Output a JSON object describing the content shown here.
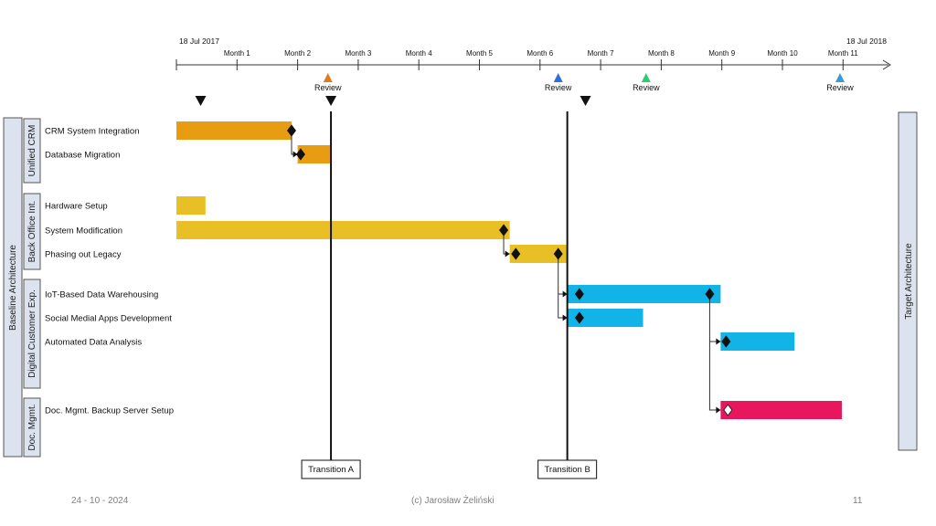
{
  "timeline": {
    "start_date": "18 Jul 2017",
    "end_date": "18 Jul 2018",
    "months": [
      "Month 1",
      "Month 2",
      "Month 3",
      "Month 4",
      "Month 5",
      "Month 6",
      "Month 7",
      "Month 8",
      "Month 9",
      "Month 10",
      "Month 11"
    ],
    "reviews": [
      {
        "label": "Review",
        "color": "#e07b20",
        "month": 2.5
      },
      {
        "label": "Review",
        "color": "#2f6fd8",
        "month": 6.3
      },
      {
        "label": "Review",
        "color": "#2ecc71",
        "month": 7.75
      },
      {
        "label": "Review",
        "color": "#3a9ad9",
        "month": 10.95
      }
    ],
    "markers": [
      0.4,
      2.55,
      6.75
    ]
  },
  "side_labels": {
    "left": "Baseline Architecture",
    "right": "Target Architecture"
  },
  "groups": [
    {
      "label": "Unified CRM"
    },
    {
      "label": "Back Office Int."
    },
    {
      "label": "Digital Customer Exp."
    },
    {
      "label": "Doc. Mgmt."
    }
  ],
  "tasks": [
    {
      "label": "CRM System Integration",
      "start": 0.0,
      "end": 1.9,
      "color": "#e89c11",
      "milestones": [
        {
          "at": 1.9,
          "type": "filled"
        }
      ]
    },
    {
      "label": "Database Migration",
      "start": 2.0,
      "end": 2.55,
      "color": "#e89c11",
      "milestones": [
        {
          "at": 2.05,
          "type": "filled"
        }
      ]
    },
    {
      "label": "Hardware Setup",
      "start": 0.0,
      "end": 0.48,
      "color": "#e8bf25",
      "milestones": []
    },
    {
      "label": "System Modification",
      "start": 0.0,
      "end": 5.5,
      "color": "#e8bf25",
      "milestones": [
        {
          "at": 5.4,
          "type": "filled"
        }
      ]
    },
    {
      "label": "Phasing out Legacy",
      "start": 5.5,
      "end": 6.45,
      "color": "#e8bf25",
      "milestones": [
        {
          "at": 5.6,
          "type": "filled"
        },
        {
          "at": 6.3,
          "type": "filled"
        }
      ]
    },
    {
      "label": "IoT-Based Data Warehousing",
      "start": 6.45,
      "end": 8.98,
      "color": "#12b3e6",
      "milestones": [
        {
          "at": 6.65,
          "type": "filled"
        },
        {
          "at": 8.8,
          "type": "filled"
        }
      ]
    },
    {
      "label": "Social Medial Apps Development",
      "start": 6.45,
      "end": 7.7,
      "color": "#12b3e6",
      "milestones": [
        {
          "at": 6.65,
          "type": "filled"
        }
      ]
    },
    {
      "label": "Automated Data Analysis",
      "start": 8.98,
      "end": 10.2,
      "color": "#12b3e6",
      "milestones": [
        {
          "at": 9.07,
          "type": "filled"
        }
      ]
    },
    {
      "label": "Doc. Mgmt. Backup Server Setup",
      "start": 8.98,
      "end": 10.98,
      "color": "#e8175d",
      "milestones": [
        {
          "at": 9.1,
          "type": "hollow"
        }
      ]
    }
  ],
  "transitions": [
    {
      "label": "Transition A",
      "month": 2.55
    },
    {
      "label": "Transition B",
      "month": 6.45
    }
  ],
  "footer": {
    "date": "24 - 10 - 2024",
    "author": "(c) Jarosław Żeliński",
    "page": "11"
  }
}
